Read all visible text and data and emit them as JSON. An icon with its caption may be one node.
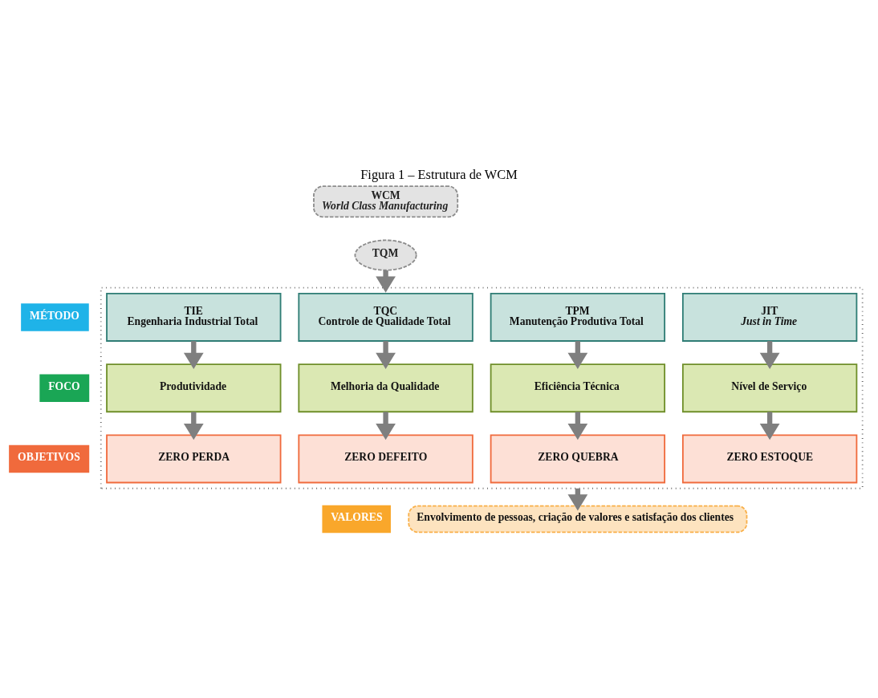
{
  "diagram": {
    "title": "Figura 1 – Estrutura de WCM",
    "nodes": [
      {
        "text": [
          "WCM",
          "World Class Manufacturing"
        ]
      },
      {
        "text": [
          "TQM"
        ]
      },
      {
        "text": [],
        "shape": "box"
      },
      {
        "text": [
          "MÉTODO"
        ]
      },
      {
        "text": [
          "TIE",
          "Engenharia Industrial Total"
        ],
        "in": 2
      },
      {
        "text": [
          "TQC",
          "Controle de Qualidade Total"
        ],
        "in": 2
      },
      {
        "text": [
          "TPM",
          "Manutenção Produtiva Total"
        ],
        "in": 2
      },
      {
        "text": [
          "JIT",
          "Just in Time"
        ],
        "in": 2
      },
      {
        "text": [
          "FOCO"
        ]
      },
      {
        "text": [
          "Produtividade"
        ],
        "in": 2
      },
      {
        "text": [
          "Melhoria da Qualidade"
        ],
        "in": 2
      },
      {
        "text": [
          "Eficiência Técnica"
        ],
        "in": 2
      },
      {
        "text": [
          "Nível de Serviço"
        ],
        "in": 2
      },
      {
        "text": [
          "OBJETIVOS"
        ]
      },
      {
        "text": [
          "ZERO PERDA"
        ],
        "in": 2
      },
      {
        "text": [
          "ZERO DEFEITO"
        ],
        "in": 2
      },
      {
        "text": [
          "ZERO QUEBRA"
        ],
        "in": 2
      },
      {
        "text": [
          "ZERO ESTOQUE"
        ],
        "in": 2
      },
      {
        "text": [
          "VALORES"
        ]
      },
      {
        "text": [
          "Envolvimento de pessoas, criação de valores e satisfação dos clientes"
        ]
      }
    ],
    "edges": [
      {
        "from": 1,
        "to": 2,
        "arrow": "to"
      },
      {
        "from": 4,
        "to": 9,
        "arrow": "to"
      },
      {
        "from": 5,
        "to": 10,
        "arrow": "to"
      },
      {
        "from": 6,
        "to": 11,
        "arrow": "to"
      },
      {
        "from": 7,
        "to": 12,
        "arrow": "to"
      },
      {
        "from": 9,
        "to": 14,
        "arrow": "to"
      },
      {
        "from": 10,
        "to": 15,
        "arrow": "to"
      },
      {
        "from": 11,
        "to": 16,
        "arrow": "to"
      },
      {
        "from": 12,
        "to": 17,
        "arrow": "to"
      },
      {
        "from": 2,
        "to": 19,
        "arrow": "to"
      }
    ]
  }
}
